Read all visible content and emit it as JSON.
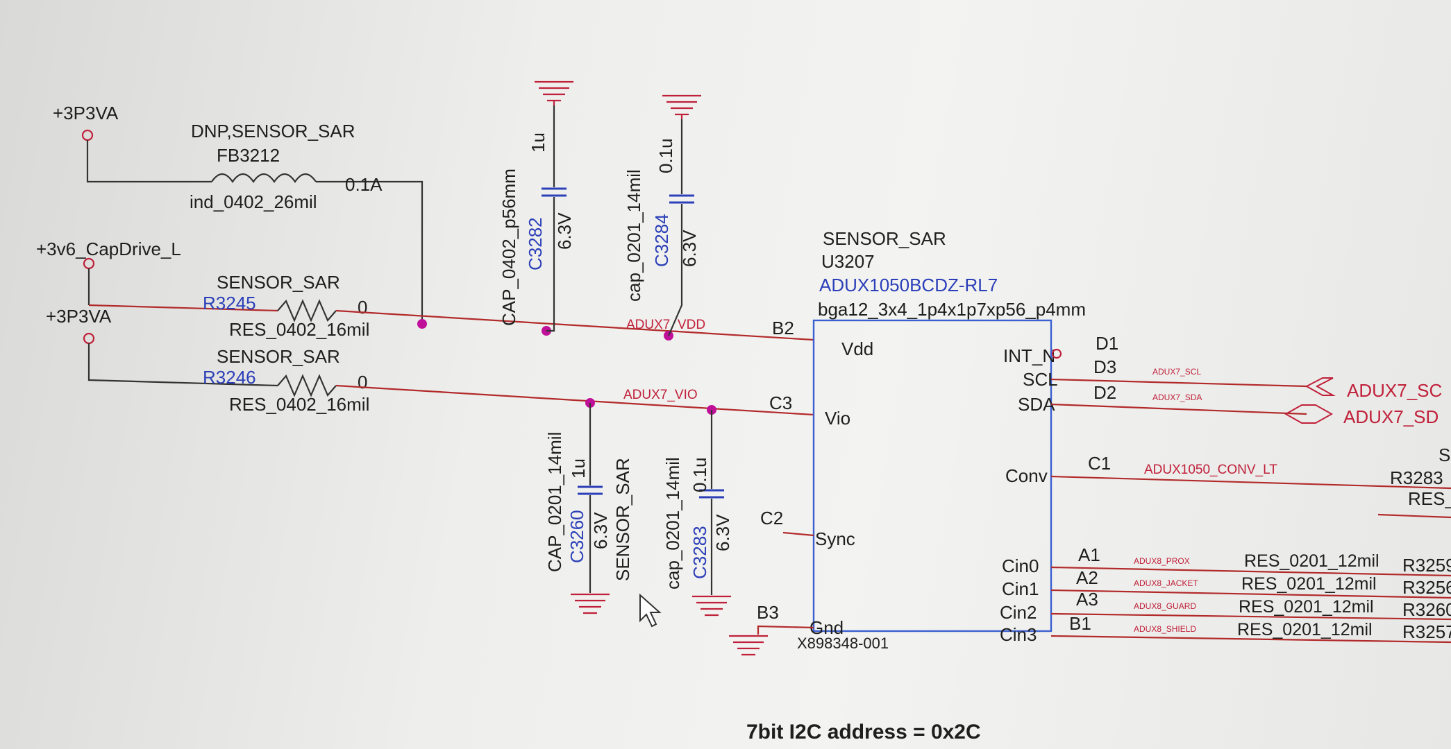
{
  "rails": {
    "top_rail": "+3P3VA",
    "cap_drive": "+3v6_CapDrive_L",
    "mid_rail": "+3P3VA"
  },
  "fb3212": {
    "note": "DNP,SENSOR_SAR",
    "ref": "FB3212",
    "value": "0.1A",
    "footprint": "ind_0402_26mil"
  },
  "r3245": {
    "group": "SENSOR_SAR",
    "ref": "R3245",
    "value": "0",
    "footprint": "RES_0402_16mil"
  },
  "r3246": {
    "group": "SENSOR_SAR",
    "ref": "R3246",
    "value": "0",
    "footprint": "RES_0402_16mil"
  },
  "c3282": {
    "footprint": "CAP_0402_p56mm",
    "ref": "C3282",
    "value": "1u",
    "voltage": "6.3V"
  },
  "c3284": {
    "footprint": "cap_0201_14mil",
    "ref": "C3284",
    "value": "0.1u",
    "voltage": "6.3V"
  },
  "c3260": {
    "footprint": "CAP_0201_14mil",
    "ref": "C3260",
    "value": "1u",
    "voltage": "6.3V"
  },
  "c3283": {
    "footprint": "cap_0201_14mil",
    "ref": "C3283",
    "value": "0.1u",
    "voltage": "6.3V"
  },
  "sensor_group_label": "SENSOR_SAR",
  "nets": {
    "vdd": "ADUX7_VDD",
    "vio": "ADUX7_VIO",
    "scl": "ADUX7_SCL",
    "sda": "ADUX7_SDA",
    "conv": "ADUX1050_CONV_LT",
    "prox": "ADUX8_PROX",
    "jacket": "ADUX8_JACKET",
    "guard": "ADUX8_GUARD",
    "shield": "ADUX8_SHIELD"
  },
  "offpage": {
    "scl": "ADUX7_SC",
    "sda": "ADUX7_SD"
  },
  "u3207": {
    "group": "SENSOR_SAR",
    "ref": "U3207",
    "part": "ADUX1050BCDZ-RL7",
    "package": "bga12_3x4_1p4x1p7xp56_p4mm",
    "pn": "X898348-001",
    "pins_left": [
      {
        "num": "B2",
        "name": "Vdd"
      },
      {
        "num": "C3",
        "name": "Vio"
      },
      {
        "num": "C2",
        "name": "Sync"
      },
      {
        "num": "B3",
        "name": "Gnd"
      }
    ],
    "pins_right": [
      {
        "num": "D1",
        "name": "INT_N"
      },
      {
        "num": "D3",
        "name": "SCL"
      },
      {
        "num": "D2",
        "name": "SDA"
      },
      {
        "num": "C1",
        "name": "Conv"
      },
      {
        "num": "A1",
        "name": "Cin0"
      },
      {
        "num": "A2",
        "name": "Cin1"
      },
      {
        "num": "A3",
        "name": "Cin2"
      },
      {
        "num": "B1",
        "name": "Cin3"
      }
    ]
  },
  "right_parts": {
    "conv_group": "S",
    "conv_ref": "R3283",
    "conv_fp": "RES_",
    "cin_fp": "RES_0201_12mil",
    "cin_refs": [
      "R3259",
      "R3256",
      "R3260",
      "R3257"
    ]
  },
  "note": "7bit I2C address = 0x2C"
}
